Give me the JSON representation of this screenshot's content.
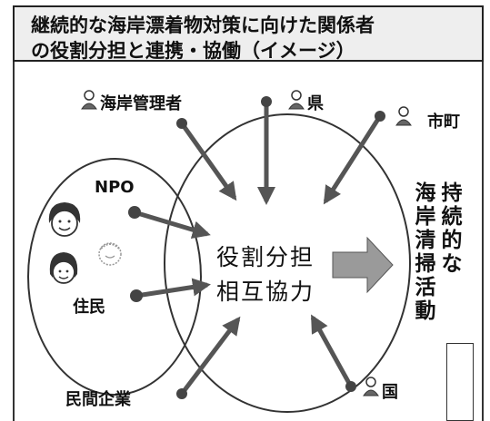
{
  "title": {
    "line1": "継続的な海岸漂着物対策に向けた関係者",
    "line2": "の役割分担と連携・協働（イメージ）"
  },
  "actors": {
    "coast_manager": "海岸管理者",
    "prefecture": "県",
    "municipality": "市町",
    "npo": "NPO",
    "residents": "住民",
    "private_companies": "民間企業",
    "national_government": "国"
  },
  "center": {
    "line1": "役割分担",
    "line2": "相互協力"
  },
  "result": {
    "col_right": [
      "持",
      "続",
      "的",
      "な"
    ],
    "col_left": [
      "海",
      "岸",
      "清",
      "掃",
      "活",
      "動"
    ]
  }
}
